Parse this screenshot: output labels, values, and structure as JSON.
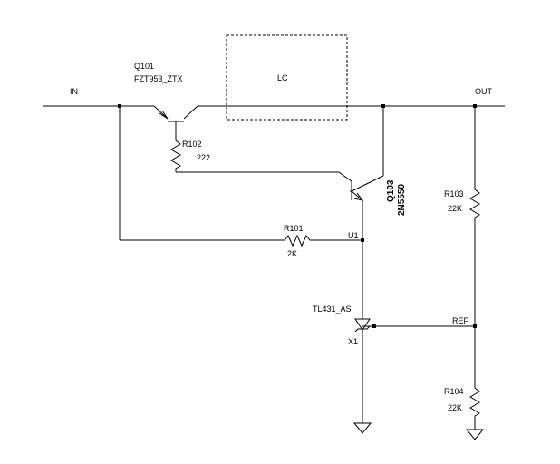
{
  "nets": {
    "in": "IN",
    "out": "OUT",
    "ref": "REF"
  },
  "lc_block": {
    "label": "LC"
  },
  "q101": {
    "ref": "Q101",
    "part": "FZT953_ZTX"
  },
  "r102": {
    "ref": "R102",
    "value": "222"
  },
  "q103": {
    "ref": "Q103",
    "part": "2N5550"
  },
  "r101": {
    "ref": "R101",
    "value": "2K"
  },
  "u1": {
    "ref": "U1"
  },
  "x1": {
    "ref": "X1",
    "part": "TL431_AS"
  },
  "r103": {
    "ref": "R103",
    "value": "22K"
  },
  "r104": {
    "ref": "R104",
    "value": "22K"
  }
}
